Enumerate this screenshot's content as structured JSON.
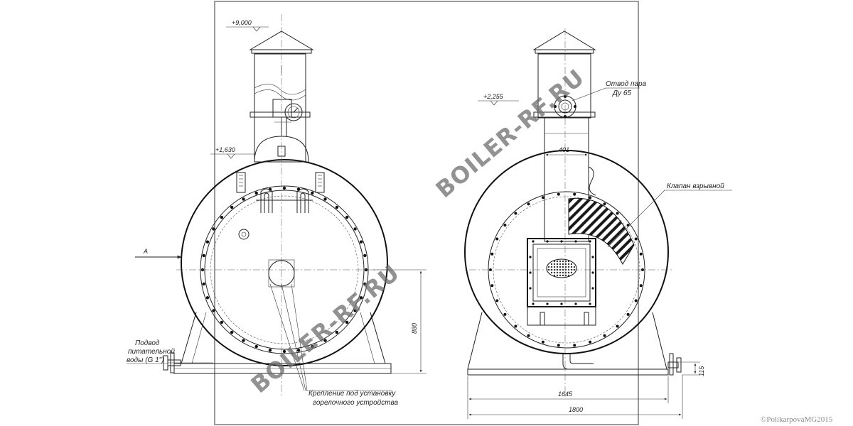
{
  "drawing": {
    "front_view": {
      "elevation_top": "+9,000",
      "elevation_mid": "+1,630",
      "section_marker": "A",
      "feedwater_label": [
        "Подвод",
        "питательной",
        "воды (G 1\")"
      ],
      "burner_mount_label": [
        "Крепление под установку",
        "горелочного устройства"
      ],
      "height_dim": "880"
    },
    "rear_view": {
      "elevation_top": "+2,255",
      "steam_outlet_label": [
        "Отвод пара",
        "Ду 65"
      ],
      "flue_width_dim": "401",
      "explosion_valve_label": "Клапан взрывной",
      "width_dim_inner": "1645",
      "width_dim_outer": "1800",
      "base_height_dim": "115"
    },
    "watermarks": [
      "BOILER-RF.RU",
      "BOILER-RF.RU"
    ],
    "copyright": "©PolikarpovaMG2015"
  }
}
